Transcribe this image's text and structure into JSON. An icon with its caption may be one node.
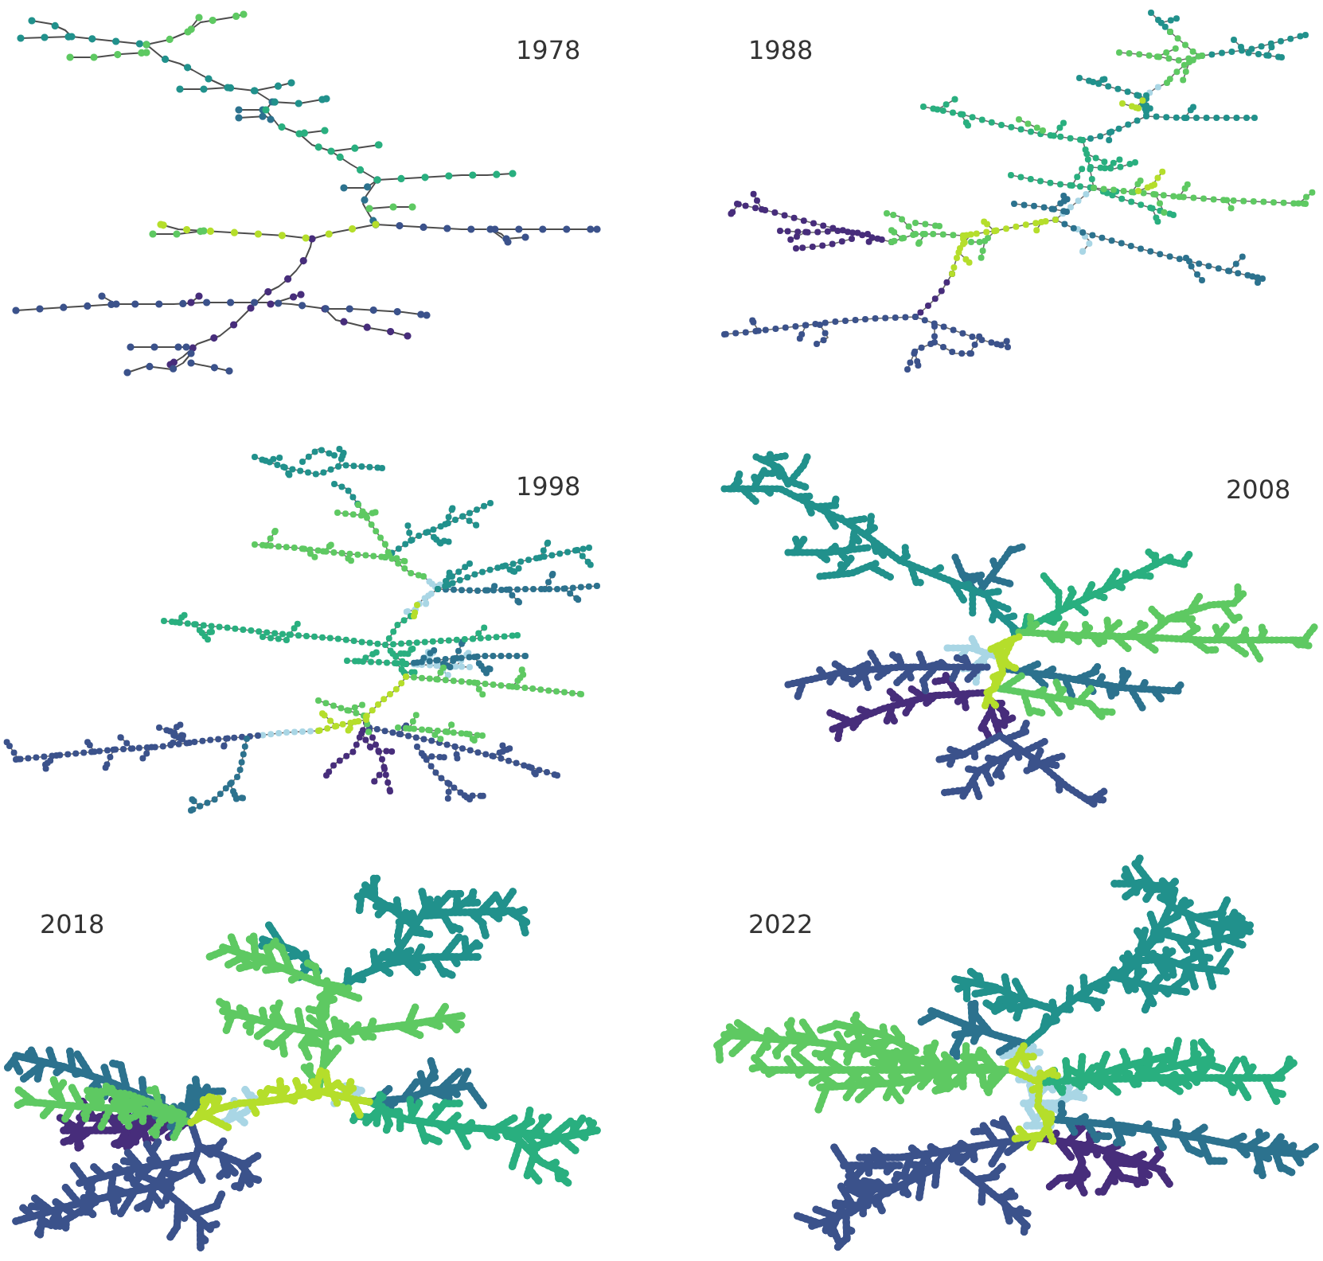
{
  "diagram": {
    "labels": [
      "1978",
      "1988",
      "1998",
      "2008",
      "2018",
      "2022"
    ]
  }
}
